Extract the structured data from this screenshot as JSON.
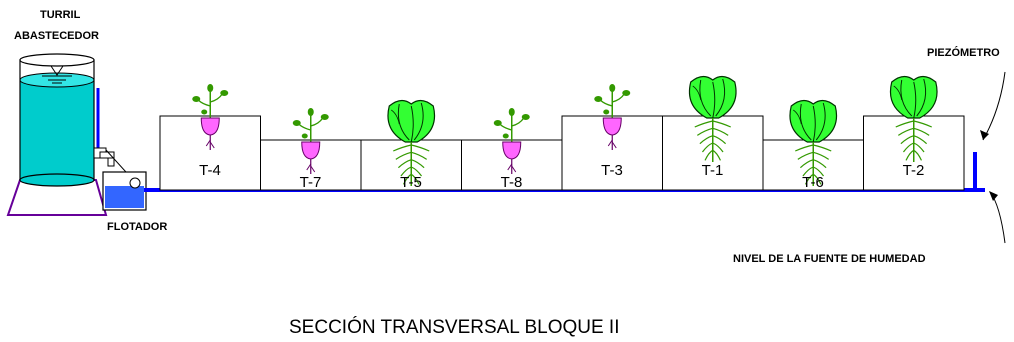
{
  "labels": {
    "tank_line1": "TURRIL",
    "tank_line2": "ABASTECEDOR",
    "piezometer": "PIEZÓMETRO",
    "float": "FLOTADOR",
    "moisture_level": "NIVEL DE LA FUENTE DE HUMEDAD",
    "title": "SECCIÓN TRANSVERSAL BLOQUE II"
  },
  "treatments": [
    {
      "label": "T-4",
      "plant": "radish",
      "raised": true
    },
    {
      "label": "T-7",
      "plant": "radish",
      "raised": false
    },
    {
      "label": "T-5",
      "plant": "lettuce",
      "raised": false
    },
    {
      "label": "T-8",
      "plant": "radish",
      "raised": false
    },
    {
      "label": "T-3",
      "plant": "radish",
      "raised": true
    },
    {
      "label": "T-1",
      "plant": "lettuce",
      "raised": true
    },
    {
      "label": "T-6",
      "plant": "lettuce",
      "raised": false
    },
    {
      "label": "T-2",
      "plant": "lettuce",
      "raised": true
    }
  ],
  "colors": {
    "water": "#00cccc",
    "pipe": "#0000ff",
    "leaf": "#33ff33",
    "radish": "#ff66ff",
    "root": "#339900",
    "stand": "#660099"
  }
}
